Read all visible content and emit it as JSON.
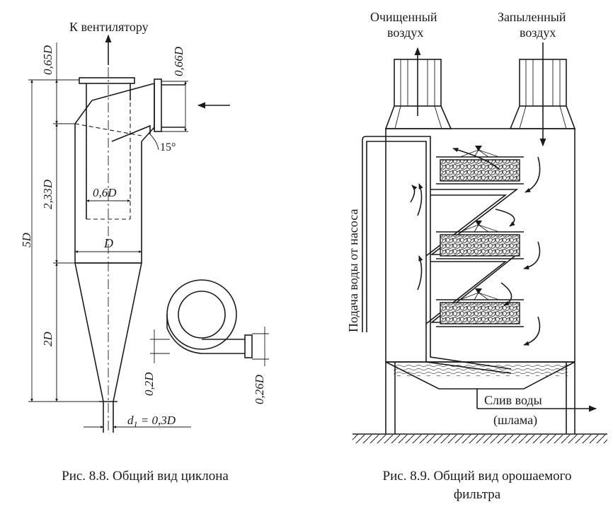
{
  "figure_left": {
    "label_top": "К вентилятору",
    "dim_065D": "0,65D",
    "dim_066D": "0,66D",
    "dim_5D": "5D",
    "dim_233D": "2,33D",
    "dim_2D": "2D",
    "dim_06D": "0,6D",
    "dim_D": "D",
    "angle": "15°",
    "dim_02D": "0,2D",
    "dim_026D": "0,26D",
    "dim_d1": "d",
    "dim_d1_sub": "1",
    "dim_d1_val": " = 0,3D",
    "caption": "Рис. 8.8. Общий вид циклона"
  },
  "figure_right": {
    "clean_air_1": "Очищенный",
    "clean_air_2": "воздух",
    "dusty_air_1": "Запыленный",
    "dusty_air_2": "воздух",
    "water_supply": "Подача воды от насоса",
    "drain_1": "Слив воды",
    "drain_2": "(шлама)",
    "caption_1": "Рис. 8.9. Общий вид орошаемого",
    "caption_2": "фильтра"
  }
}
